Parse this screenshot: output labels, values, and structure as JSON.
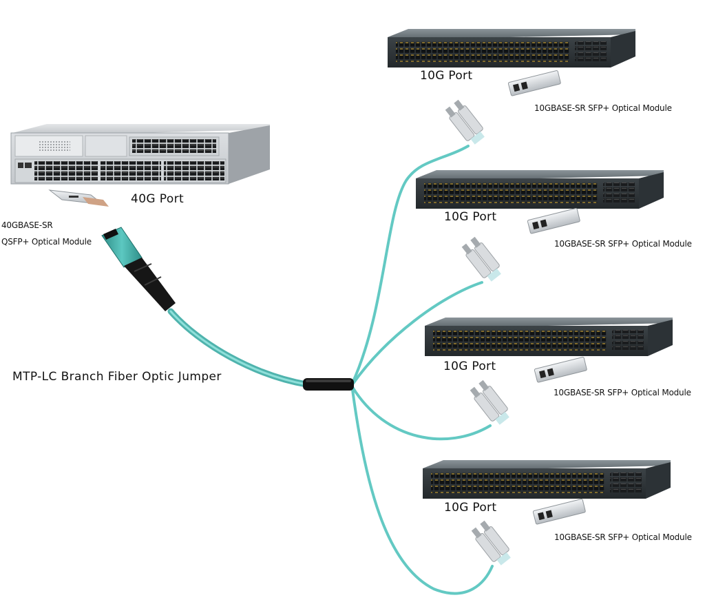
{
  "core_switch": {
    "port_label": "40G Port",
    "module_label_line1": "40GBASE-SR",
    "module_label_line2": "QSFP+ Optical Module"
  },
  "cable": {
    "label": "MTP-LC Branch Fiber Optic Jumper",
    "color": "#63c9c3"
  },
  "access_switches": [
    {
      "port_label": "10G Port",
      "module_label": "10GBASE-SR SFP+ Optical Module"
    },
    {
      "port_label": "10G Port",
      "module_label": "10GBASE-SR SFP+ Optical Module"
    },
    {
      "port_label": "10G Port",
      "module_label": "10GBASE-SR SFP+ Optical Module"
    },
    {
      "port_label": "10G Port",
      "module_label": "10GBASE-SR SFP+ Optical Module"
    }
  ]
}
